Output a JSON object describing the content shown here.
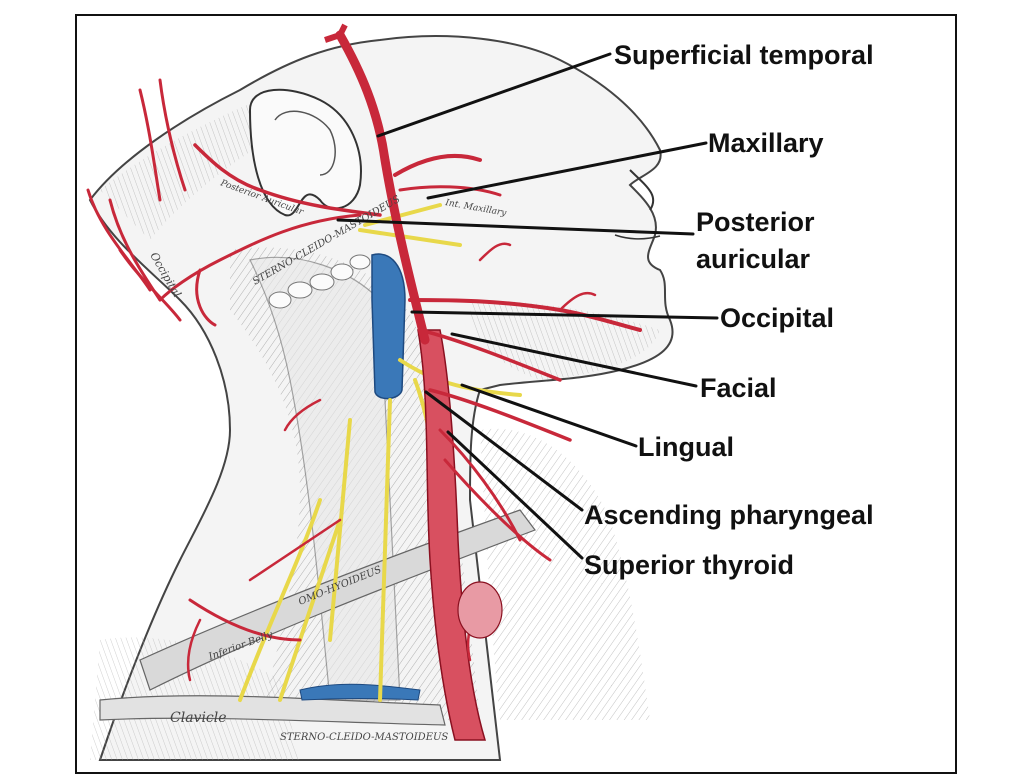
{
  "labels": {
    "superficial_temporal": "Superficial temporal",
    "maxillary": "Maxillary",
    "posterior_auricular_line1": "Posterior",
    "posterior_auricular_line2": "auricular",
    "occipital": "Occipital",
    "facial": "Facial",
    "lingual": "Lingual",
    "ascending_pharyngeal": "Ascending pharyngeal",
    "superior_thyroid": "Superior thyroid"
  },
  "engraved_text": {
    "sterno_cleido_mastoid_upper": "STERNO-CLEIDO-MASTOIDEUS",
    "occipital_small": "Occipital",
    "posterior_auricular_small": "Posterior Auricular",
    "int_maxillary_small": "Int. Maxillary",
    "omohyoid": "OMO-HYOIDEUS",
    "inferior_belly": "Inferior Belly",
    "clavicle": "Clavicle",
    "sterno_cleido_mastoid_lower": "STERNO-CLEIDO-MASTOIDEUS"
  },
  "colors": {
    "artery": "#c8283a",
    "artery_light": "#e07080",
    "vein": "#3a78b8",
    "nerve": "#e8d84a",
    "muscle_line": "#8a8a8a",
    "leader": "#111111"
  }
}
